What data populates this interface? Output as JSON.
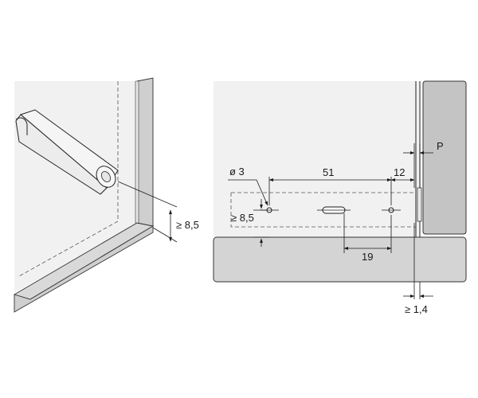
{
  "left_view": {
    "dim_gap": "≥ 8,5"
  },
  "right_view": {
    "dim_diameter": "ø 3",
    "dim_spacing": "51",
    "dim_edge": "12",
    "dim_param": "P",
    "dim_offset": "≥ 8,5",
    "dim_slot": "19",
    "dim_min_gap": "≥ 1,4"
  },
  "colors": {
    "panel_light": "#f1f1f2",
    "panel_mid": "#d9d9d9",
    "panel_dark": "#c4c4c4",
    "line": "#1a1a1a"
  }
}
